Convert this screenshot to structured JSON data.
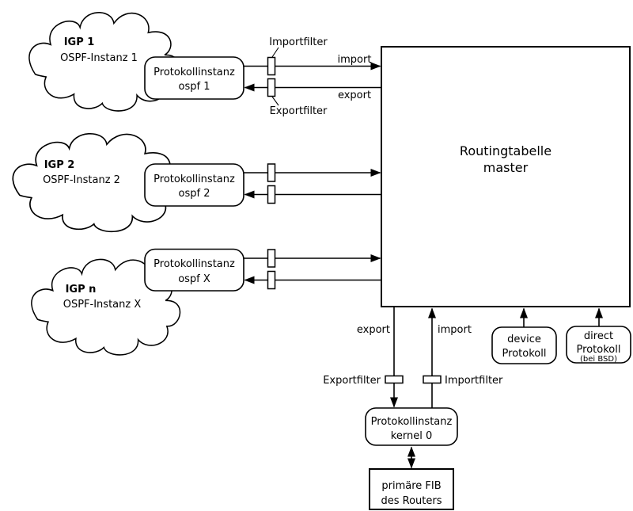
{
  "clouds": [
    {
      "title": "IGP 1",
      "subtitle": "OSPF-Instanz 1"
    },
    {
      "title": "IGP 2",
      "subtitle": "OSPF-Instanz 2"
    },
    {
      "title": "IGP n",
      "subtitle": "OSPF-Instanz X"
    }
  ],
  "protocols": [
    {
      "name": "Protokollinstanz",
      "instance": "ospf 1"
    },
    {
      "name": "Protokollinstanz",
      "instance": "ospf 2"
    },
    {
      "name": "Protokollinstanz",
      "instance": "ospf X"
    }
  ],
  "routing_table": {
    "title": "Routingtabelle",
    "subtitle": "master"
  },
  "labels": {
    "importfilter_top": "Importfilter",
    "exportfilter_top": "Exportfilter",
    "import_edge": "import",
    "export_edge": "export",
    "export_down": "export",
    "import_up": "import",
    "exportfilter_bottom": "Exportfilter",
    "importfilter_bottom": "Importfilter"
  },
  "kernel": {
    "name": "Protokollinstanz",
    "instance": "kernel 0"
  },
  "fib": {
    "line1": "primäre FIB",
    "line2": "des Routers"
  },
  "device": {
    "line1": "device",
    "line2": "Protokoll"
  },
  "direct": {
    "line1": "direct",
    "line2": "Protokoll",
    "note": "(bei BSD)"
  },
  "colors": {
    "stroke": "#000000",
    "fill": "#ffffff",
    "background": "#ffffff"
  }
}
